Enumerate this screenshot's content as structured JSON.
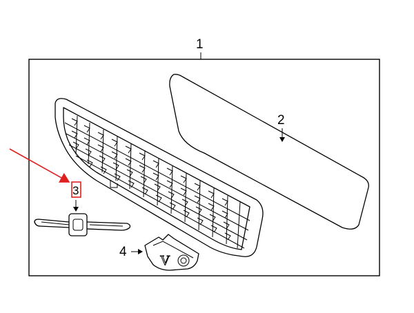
{
  "diagram": {
    "callouts": {
      "assembly": "1",
      "panel": "2",
      "badge": "3",
      "bracket": "4"
    },
    "badge_lettering": "V",
    "highlight_color": "#e0201f",
    "line_color": "#000000",
    "background_color": "#ffffff"
  }
}
